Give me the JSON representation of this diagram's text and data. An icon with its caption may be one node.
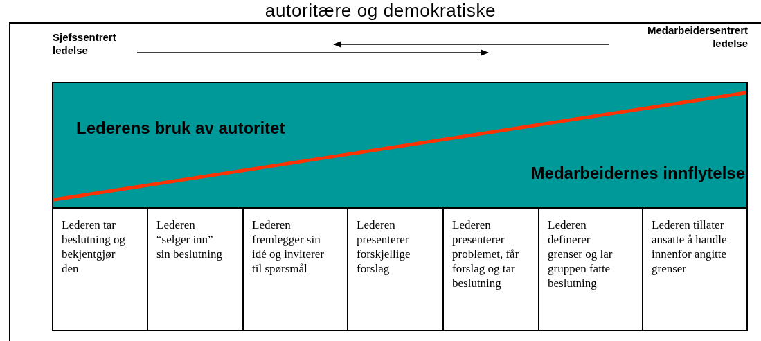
{
  "diagram": {
    "title": "autoritære og demokratiske",
    "nodes": [
      {
        "text": [
          "Sjefssentrert ledelse"
        ]
      },
      {
        "text": [
          "Medarbeidersentrert ledelse"
        ]
      },
      {
        "text": [
          "Lederens bruk av autoritet",
          "Medarbeidernes innflytelse"
        ]
      },
      {
        "text": [
          "Lederen tar beslutning og bekjentgjør den"
        ]
      },
      {
        "text": [
          "Lederen “selger inn” sin beslutning"
        ]
      },
      {
        "text": [
          "Lederen fremlegger sin idé og inviterer til spørsmål"
        ]
      },
      {
        "text": [
          "Lederen presenterer forskjellige forslag"
        ]
      },
      {
        "text": [
          "Lederen presenterer problemet, får forslag og tar beslutning"
        ]
      },
      {
        "text": [
          "Lederen definerer grenser og lar gruppen fatte beslutning"
        ]
      },
      {
        "text": [
          "Lederen tillater ansatte å handle innenfor angitte grenser"
        ]
      }
    ],
    "edges": [
      {
        "from": 0,
        "to": null,
        "arrow": "to"
      },
      {
        "from": 1,
        "to": null,
        "arrow": "to"
      }
    ]
  }
}
